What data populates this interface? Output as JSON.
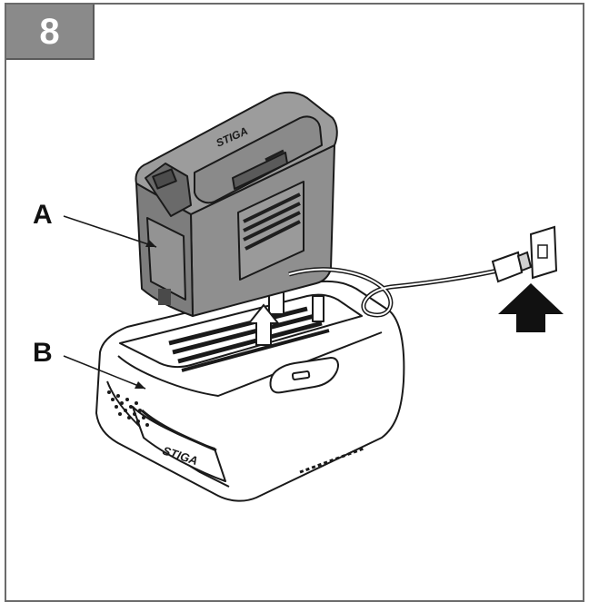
{
  "step": {
    "number": "8"
  },
  "callouts": {
    "a": "A",
    "b": "B"
  },
  "logo": {
    "text": "STIGA"
  },
  "colors": {
    "battery": "#8f8f8f",
    "battery_dark": "#5e5e5e",
    "outline": "#1a1a1a",
    "badge": "#8a8a8a"
  },
  "icons": {
    "direction": "arrow-up-icon",
    "socket": "wall-socket-icon",
    "plug": "plug-icon"
  }
}
